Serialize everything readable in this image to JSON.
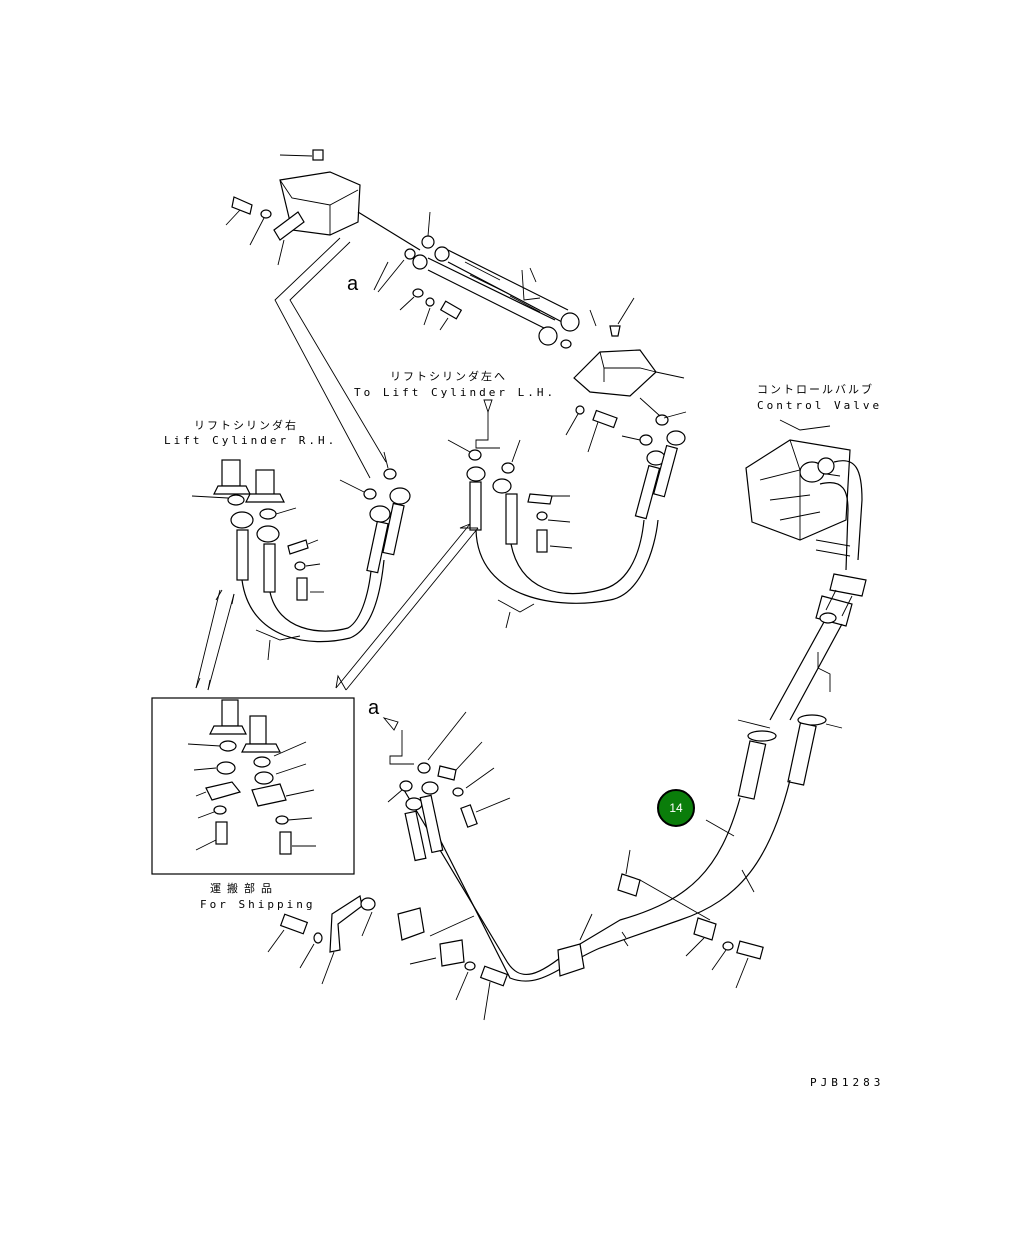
{
  "labels": {
    "lift_cyl_lh_jp": "リフトシリンダ左へ",
    "lift_cyl_lh_en": "To Lift Cylinder L.H.",
    "lift_cyl_rh_jp": "リフトシリンダ右",
    "lift_cyl_rh_en": "Lift Cylinder R.H.",
    "control_valve_jp": "コントロールバルブ",
    "control_valve_en": "Control Valve",
    "shipping_jp": "運搬部品",
    "shipping_en": "For Shipping",
    "ref_a_top": "a",
    "ref_a_bottom": "a",
    "drawing_code": "PJB1283"
  },
  "callouts": [
    {
      "number": "14"
    }
  ]
}
